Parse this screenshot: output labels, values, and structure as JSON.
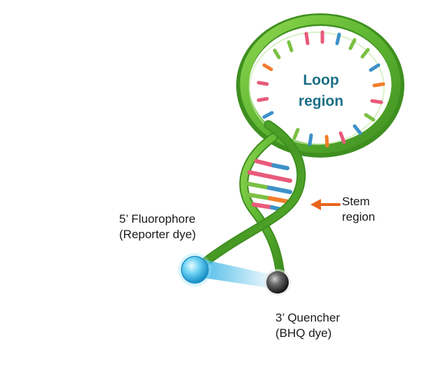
{
  "labels": {
    "loop": {
      "line1": "Loop",
      "line2": "region"
    },
    "stem": {
      "line1": "Stem",
      "line2": "region"
    },
    "fluorophore": {
      "line1": "5’ Fluorophore",
      "line2": "(Reporter dye)"
    },
    "quencher": {
      "line1": "3’ Quencher",
      "line2": "(BHQ dye)"
    }
  },
  "colors": {
    "backbone": "#5cb531",
    "backbone_dark": "#3f8f20",
    "loop_text": "#1b6f86",
    "arrow": "#e8641c",
    "fluorophore": "#3ab4e6",
    "quencher": "#333333",
    "base_pair_colors": [
      "#e95a7a",
      "#3d91c9",
      "#7bc043",
      "#f07d2b"
    ]
  },
  "icons": {
    "arrow": "left-arrow-icon",
    "fluorophore": "fluorophore-sphere-icon",
    "quencher": "quencher-sphere-icon"
  }
}
